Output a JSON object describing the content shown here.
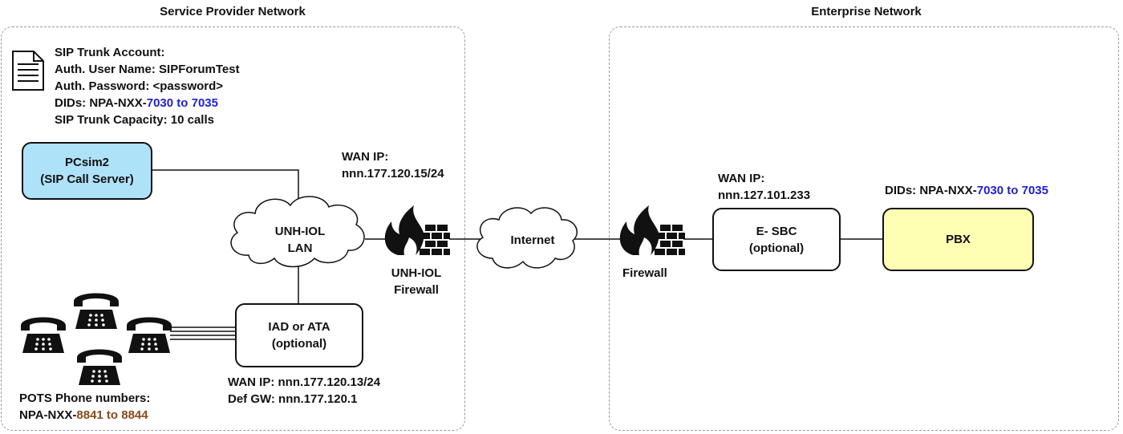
{
  "zones": {
    "provider_title": "Service Provider Network",
    "enterprise_title": "Enterprise Network"
  },
  "account": {
    "line1": "SIP Trunk Account:",
    "line2": "Auth. User Name: SIPForumTest",
    "line3": "Auth. Password: <password>",
    "dids_prefix": "DIDs: NPA-NXX-",
    "dids_range": "7030 to 7035",
    "line5": "SIP Trunk Capacity: 10 calls",
    "icon": "document-icon"
  },
  "nodes": {
    "pcsim": {
      "line1": "PCsim2",
      "line2": "(SIP Call Server)",
      "fill": "#aee2f8"
    },
    "lan": {
      "line1": "UNH-IOL",
      "line2": "LAN"
    },
    "internet": {
      "label": "Internet"
    },
    "iad": {
      "line1": "IAD or ATA",
      "line2": "(optional)"
    },
    "sbc": {
      "line1": "E- SBC",
      "line2": "(optional)"
    },
    "pbx": {
      "label": "PBX",
      "fill": "#ffffb3"
    }
  },
  "firewalls": {
    "provider": {
      "line1": "UNH-IOL",
      "line2": "Firewall"
    },
    "enterprise": {
      "label": "Firewall"
    }
  },
  "labels": {
    "provider_wan_title": "WAN IP:",
    "provider_wan_ip": "nnn.177.120.15/24",
    "enterprise_wan_title": "WAN IP:",
    "enterprise_wan_ip": "nnn.127.101.233",
    "pbx_dids_prefix": "DIDs: NPA-NXX-",
    "pbx_dids_range": "7030 to 7035",
    "iad_wan": "WAN IP: nnn.177.120.13/24",
    "iad_gw": "Def GW: nnn.177.120.1",
    "pots_title": "POTS Phone numbers:",
    "pots_prefix": "NPA-NXX-",
    "pots_range": "8841 to 8844"
  },
  "colors": {
    "did_blue": "#1f1fd6",
    "pots_brown": "#8a4a1a",
    "pcsim_fill": "#aee2f8",
    "pbx_fill": "#ffffb3"
  }
}
